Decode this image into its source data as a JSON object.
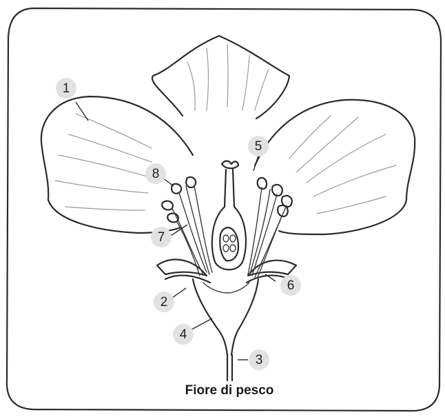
{
  "title": "Fiore di pesco",
  "labels": [
    "1",
    "2",
    "3",
    "4",
    "5",
    "6",
    "7",
    "8"
  ]
}
